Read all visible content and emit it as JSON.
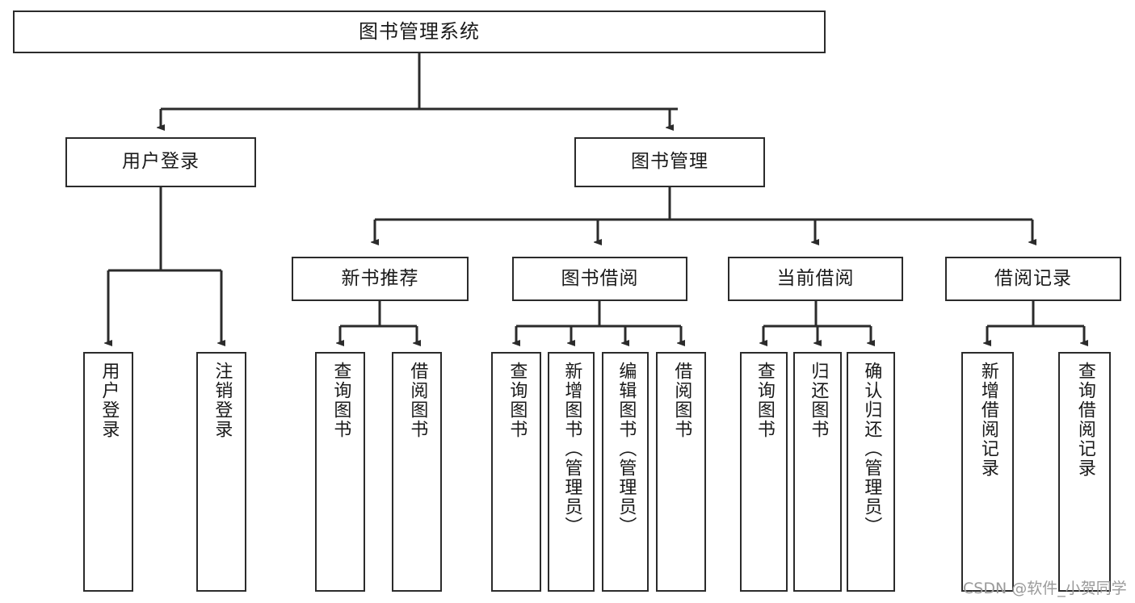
{
  "diagram": {
    "title": "图书管理系统",
    "watermark": "CSDN @软件_小贺同学",
    "colors": {
      "stroke": "#2b2b2b",
      "fill": "#ffffff",
      "text": "#1a1a1a",
      "watermark": "#9a9a9a"
    },
    "root": {
      "label": "图书管理系统"
    },
    "level2": [
      {
        "label": "用户登录"
      },
      {
        "label": "图书管理"
      }
    ],
    "level3": [
      {
        "label": "新书推荐"
      },
      {
        "label": "图书借阅"
      },
      {
        "label": "当前借阅"
      },
      {
        "label": "借阅记录"
      }
    ],
    "leaves": [
      {
        "label": "用户登录",
        "parent": "用户登录"
      },
      {
        "label": "注销登录",
        "parent": "用户登录"
      },
      {
        "label": "查询图书",
        "parent": "新书推荐"
      },
      {
        "label": "借阅图书",
        "parent": "新书推荐"
      },
      {
        "label": "查询图书",
        "parent": "图书借阅"
      },
      {
        "label": "新增图书（管理员）",
        "parent": "图书借阅"
      },
      {
        "label": "编辑图书（管理员）",
        "parent": "图书借阅"
      },
      {
        "label": "借阅图书",
        "parent": "图书借阅"
      },
      {
        "label": "查询图书",
        "parent": "当前借阅"
      },
      {
        "label": "归还图书",
        "parent": "当前借阅"
      },
      {
        "label": "确认归还（管理员）",
        "parent": "当前借阅"
      },
      {
        "label": "新增借阅记录",
        "parent": "借阅记录"
      },
      {
        "label": "查询借阅记录",
        "parent": "借阅记录"
      }
    ]
  }
}
